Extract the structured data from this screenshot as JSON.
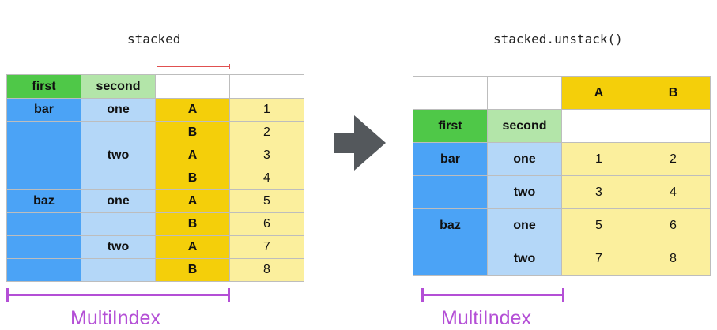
{
  "left": {
    "title": "stacked",
    "headers": [
      "first",
      "second",
      "",
      ""
    ],
    "rows": [
      {
        "first": "bar",
        "second": "one",
        "key": "A",
        "value": "1"
      },
      {
        "first": "",
        "second": "",
        "key": "B",
        "value": "2"
      },
      {
        "first": "",
        "second": "two",
        "key": "A",
        "value": "3"
      },
      {
        "first": "",
        "second": "",
        "key": "B",
        "value": "4"
      },
      {
        "first": "baz",
        "second": "one",
        "key": "A",
        "value": "5"
      },
      {
        "first": "",
        "second": "",
        "key": "B",
        "value": "6"
      },
      {
        "first": "",
        "second": "two",
        "key": "A",
        "value": "7"
      },
      {
        "first": "",
        "second": "",
        "key": "B",
        "value": "8"
      }
    ],
    "index_label": "MultiIndex"
  },
  "right": {
    "title": "stacked.unstack()",
    "columns": [
      "A",
      "B"
    ],
    "headers": [
      "first",
      "second"
    ],
    "rows": [
      {
        "first": "bar",
        "second": "one",
        "A": "1",
        "B": "2"
      },
      {
        "first": "",
        "second": "two",
        "A": "3",
        "B": "4"
      },
      {
        "first": "baz",
        "second": "one",
        "A": "5",
        "B": "6"
      },
      {
        "first": "",
        "second": "two",
        "A": "7",
        "B": "8"
      }
    ],
    "index_label": "MultiIndex"
  },
  "colors": {
    "first_header": "#4fc848",
    "second_header": "#b3e5a9",
    "first_level": "#4ba3f6",
    "second_level": "#b4d7f8",
    "column_key": "#f4cf0a",
    "values": "#fbef9d",
    "bracket": "#b44fd6",
    "marker": "#e05050",
    "arrow": "#54585c"
  },
  "arrow_icon": "right-arrow-icon"
}
